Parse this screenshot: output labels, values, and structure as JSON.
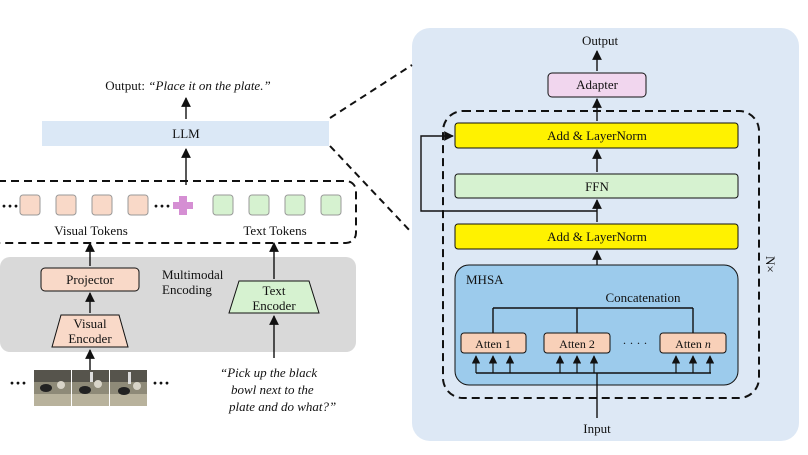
{
  "left": {
    "output_prefix": "Output: ",
    "output_text": "“Place it on the plate.”",
    "llm": "LLM",
    "visual_tokens": "Visual Tokens",
    "text_tokens": "Text Tokens",
    "ellipsis": "···",
    "projector": "Projector",
    "multimodal_line1": "Multimodal",
    "multimodal_line2": "Encoding",
    "text_encoder_line1": "Text",
    "text_encoder_line2": "Encoder",
    "visual_encoder_line1": "Visual",
    "visual_encoder_line2": "Encoder",
    "prompt_line1": "“Pick up the black",
    "prompt_line2": "bowl next to the",
    "prompt_line3": "plate and do what?”"
  },
  "right": {
    "output": "Output",
    "adapter": "Adapter",
    "add_norm_top": "Add & LayerNorm",
    "ffn": "FFN",
    "add_norm_bottom": "Add & LayerNorm",
    "repeat": "N×",
    "mhsa": "MHSA",
    "concatenation": "Concatenation",
    "atten1": "Atten 1",
    "atten2": "Atten 2",
    "atten_n_prefix": "Atten ",
    "atten_n_var": "n",
    "dots": "· · · ·",
    "input": "Input"
  },
  "colors": {
    "panel_bg": "#dde8f5",
    "llm_bg": "#dbe8f6",
    "encoding_bg": "#d9d9d9",
    "visual_token": "#f9d9c8",
    "text_token": "#d6f2d0",
    "plus": "#d58fd3",
    "adapter": "#f1d6ee",
    "layer_yellow": "#fff200",
    "ffn_green": "#d6f2d0",
    "mhsa_blue": "#9ccbec",
    "atten": "#f8d0b8"
  }
}
